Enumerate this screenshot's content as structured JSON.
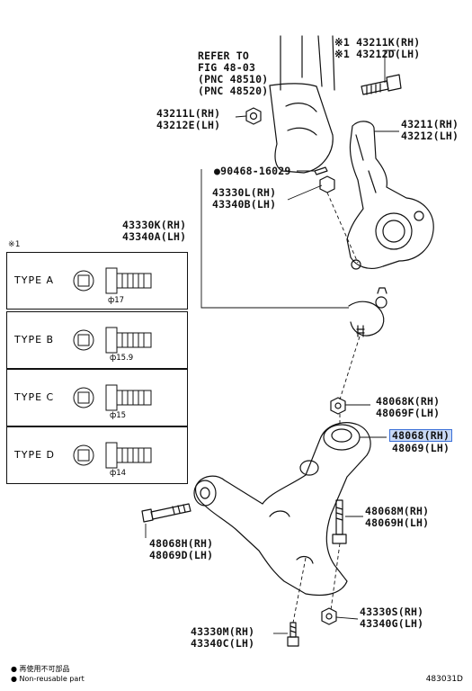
{
  "refer": {
    "line1": "REFER TO",
    "line2": "FIG 48-03",
    "line3": "(PNC 48510)",
    "line4": "(PNC 48520)"
  },
  "parts": {
    "p43211K": "※1 43211K(RH)",
    "p43212D": "※1 43212D(LH)",
    "p43211L": "43211L(RH)",
    "p43212E": "43212E(LH)",
    "p43211": "43211(RH)",
    "p43212": "43212(LH)",
    "p90468": "●90468-16029",
    "p43330L": "43330L(RH)",
    "p43340B": "43340B(LH)",
    "p43330K": "43330K(RH)",
    "p43340A": "43340A(LH)",
    "p48068K": "48068K(RH)",
    "p48069F": "48069F(LH)",
    "p48068": "48068(RH)",
    "p48069": "48069(LH)",
    "p48068M": "48068M(RH)",
    "p48069H": "48069H(LH)",
    "p48068H": "48068H(RH)",
    "p48069D": "48069D(LH)",
    "p43330S": "43330S(RH)",
    "p43340G": "43340G(LH)",
    "p43330M": "43330M(RH)",
    "p43340C": "43340C(LH)"
  },
  "table": {
    "note": "※1",
    "rows": [
      {
        "type": "TYPE  A",
        "dim": "ф17"
      },
      {
        "type": "TYPE  B",
        "dim": "ф15.9"
      },
      {
        "type": "TYPE  C",
        "dim": "ф15"
      },
      {
        "type": "TYPE  D",
        "dim": "ф14"
      }
    ]
  },
  "legend": {
    "jp": "● 再使用不可部品",
    "en": "● Non-reusable part"
  },
  "figure_code": "483031D",
  "colors": {
    "line": "#111111",
    "highlight_fill": "#c9d9f5",
    "highlight_border": "#3a6fd8"
  }
}
